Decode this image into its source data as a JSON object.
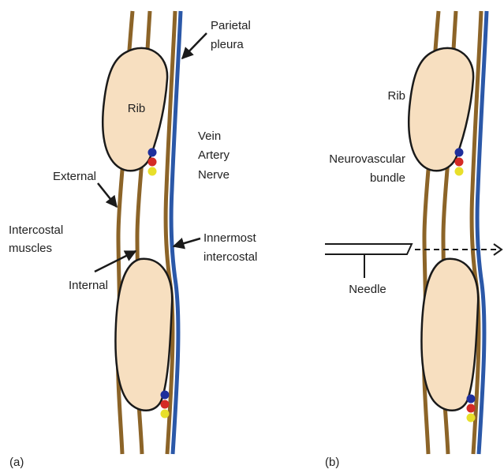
{
  "colors": {
    "muscle": "#8c6428",
    "pleura": "#2b58a8",
    "rib_fill": "#f7dfc0",
    "rib_stroke": "#1a1a1a",
    "vein": "#1f2f9c",
    "artery": "#d42a25",
    "nerve": "#e8df2a",
    "arrow": "#1a1a1a",
    "text": "#222222"
  },
  "panel_a": {
    "rib_label": "Rib",
    "parietal_line1": "Parietal",
    "parietal_line2": "pleura",
    "vein_label": "Vein",
    "artery_label": "Artery",
    "nerve_label": "Nerve",
    "external_label": "External",
    "intercostal_line1": "Intercostal",
    "intercostal_line2": "muscles",
    "internal_label": "Internal",
    "innermost_line1": "Innermost",
    "innermost_line2": "intercostal",
    "caption": "(a)"
  },
  "panel_b": {
    "rib_label": "Rib",
    "neurovascular_line1": "Neurovascular",
    "neurovascular_line2": "bundle",
    "needle_label": "Needle",
    "caption": "(b)"
  }
}
